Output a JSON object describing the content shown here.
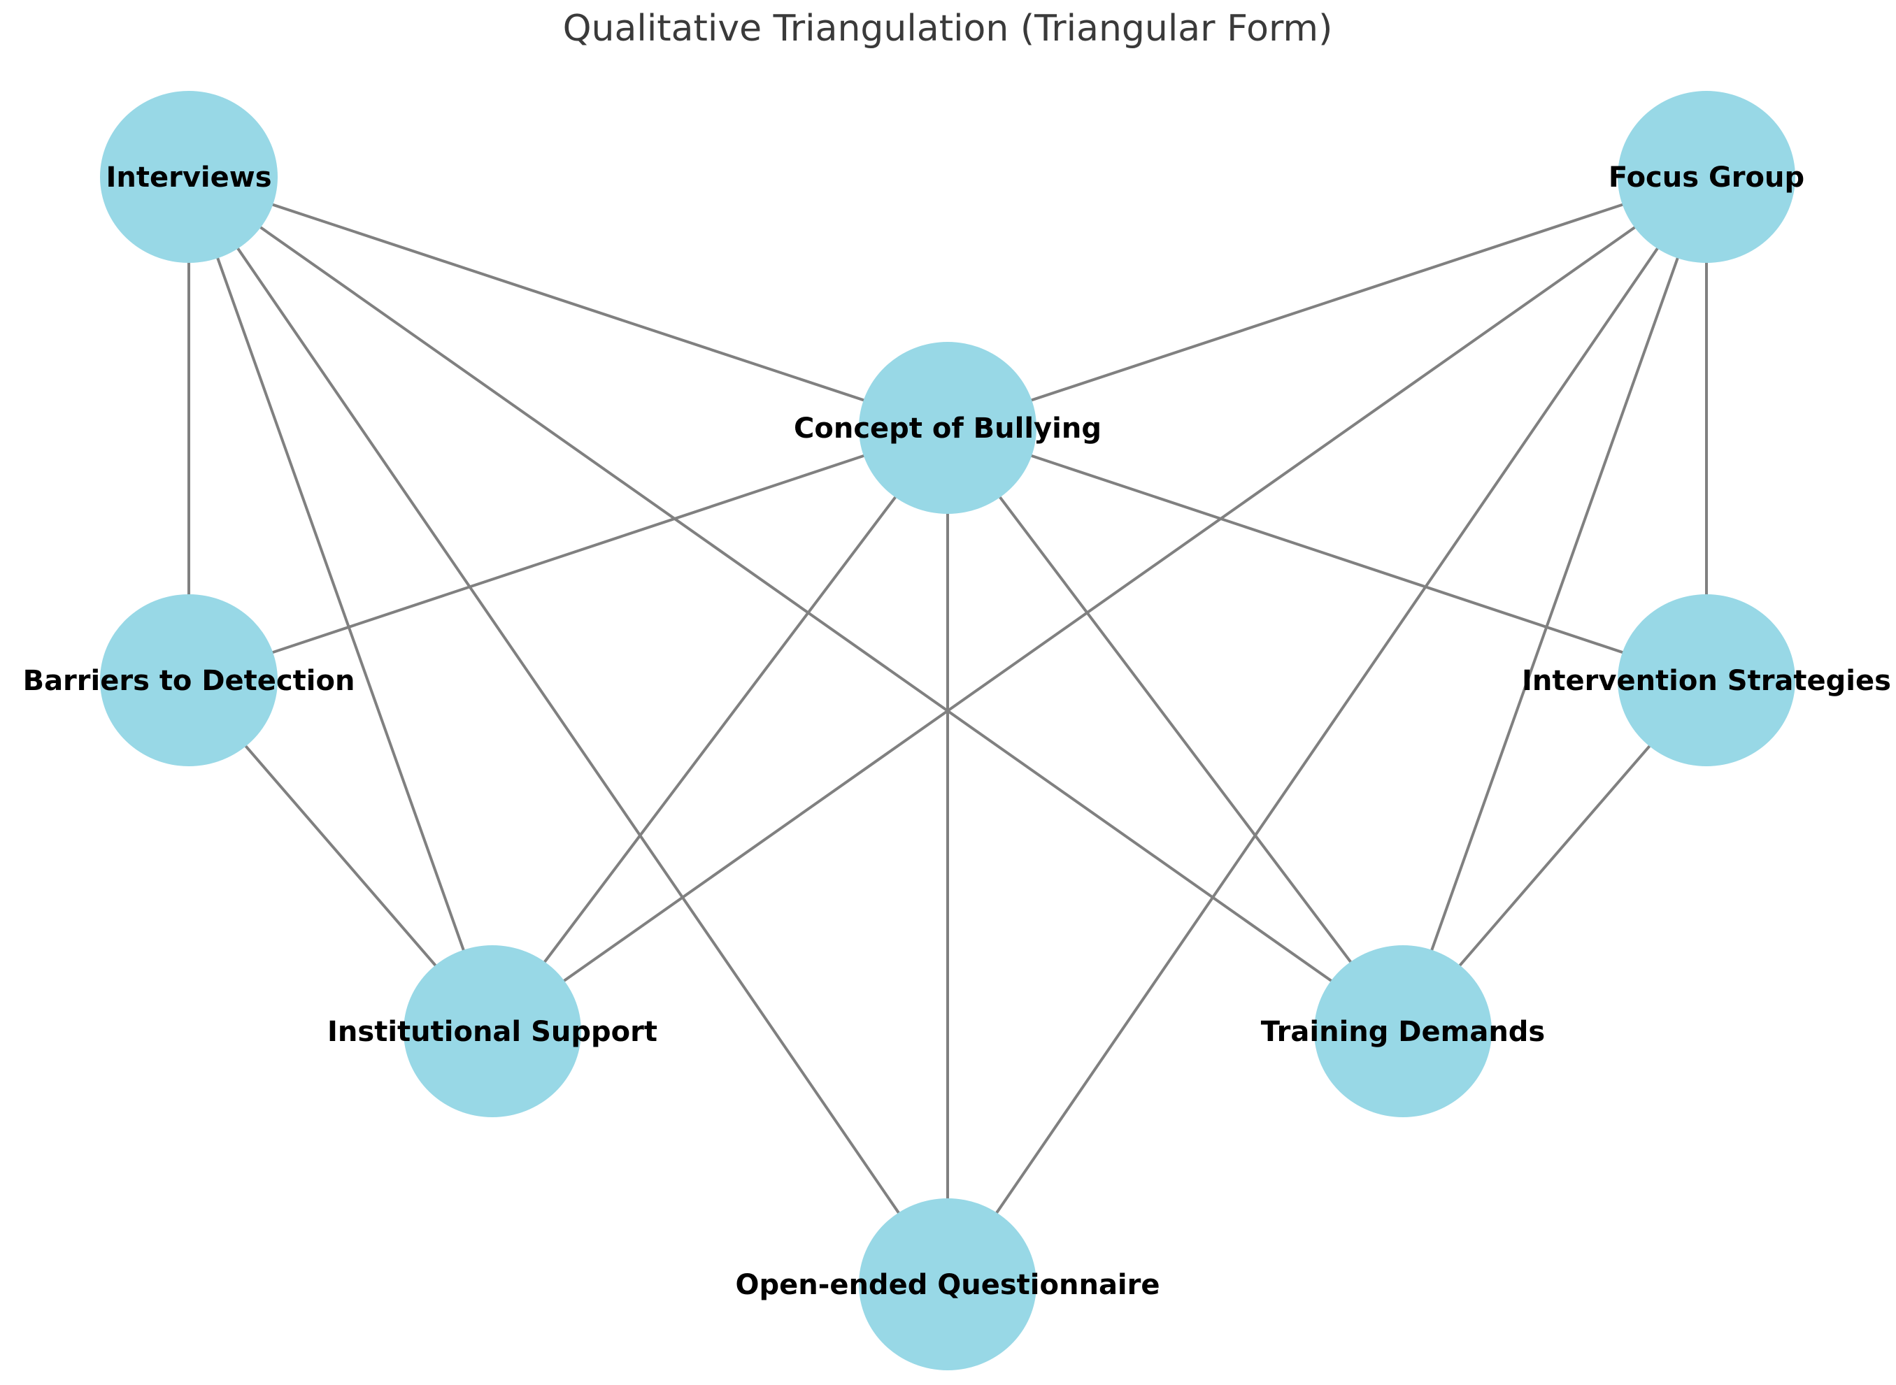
{
  "title": "Qualitative Triangulation (Triangular Form)",
  "colors": {
    "node_fill": "#98d8e6",
    "edge": "#808080",
    "label": "#000000",
    "title": "#3a3a3a",
    "background": "#ffffff"
  },
  "nodes": [
    {
      "id": "interviews",
      "label": "Interviews"
    },
    {
      "id": "focus",
      "label": "Focus Group"
    },
    {
      "id": "concept",
      "label": "Concept of Bullying"
    },
    {
      "id": "barriers",
      "label": "Barriers to Detection"
    },
    {
      "id": "intervention",
      "label": "Intervention Strategies"
    },
    {
      "id": "institutional",
      "label": "Institutional Support"
    },
    {
      "id": "training",
      "label": "Training Demands"
    },
    {
      "id": "questionnaire",
      "label": "Open-ended Questionnaire"
    }
  ],
  "edges": [
    [
      "interviews",
      "concept"
    ],
    [
      "interviews",
      "barriers"
    ],
    [
      "interviews",
      "institutional"
    ],
    [
      "interviews",
      "questionnaire"
    ],
    [
      "interviews",
      "training"
    ],
    [
      "focus",
      "concept"
    ],
    [
      "focus",
      "intervention"
    ],
    [
      "focus",
      "training"
    ],
    [
      "focus",
      "questionnaire"
    ],
    [
      "focus",
      "institutional"
    ],
    [
      "concept",
      "barriers"
    ],
    [
      "concept",
      "intervention"
    ],
    [
      "concept",
      "institutional"
    ],
    [
      "concept",
      "training"
    ],
    [
      "concept",
      "questionnaire"
    ],
    [
      "barriers",
      "institutional"
    ],
    [
      "intervention",
      "training"
    ]
  ]
}
